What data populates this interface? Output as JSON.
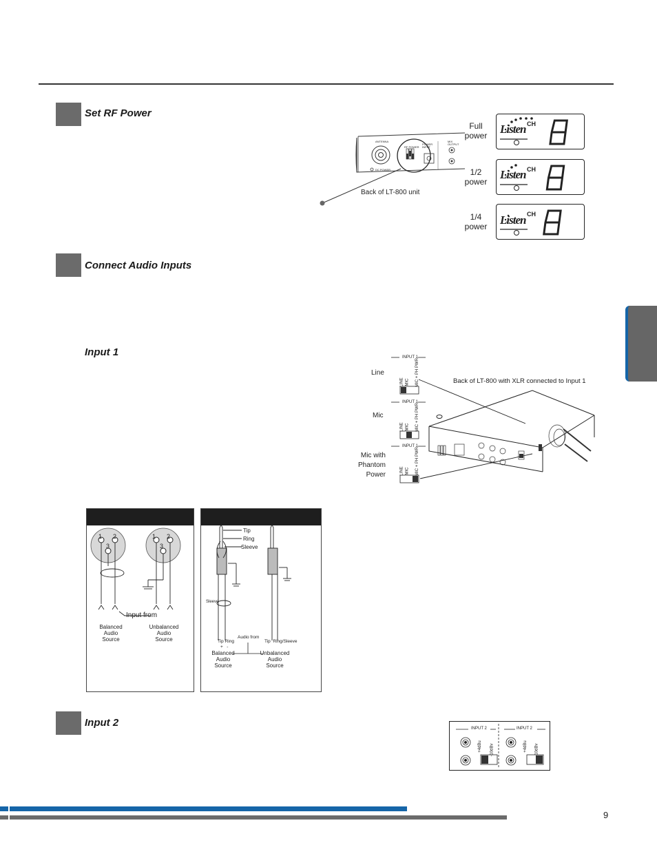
{
  "sections": {
    "rf_power": {
      "title": "Set RF Power"
    },
    "audio_inputs": {
      "title": "Connect Audio Inputs"
    },
    "input1": {
      "title": "Input 1"
    },
    "input2": {
      "title": "Input 2"
    }
  },
  "rf_diagram": {
    "caption": "Back of LT-800 unit",
    "panel_labels": {
      "antenna": "ANTENNA",
      "rf_power": "RF POWER",
      "power_input": "POWER INPUT",
      "mix_output": "MIX OUTPUT",
      "dc_power": "DC POWER"
    }
  },
  "power_levels": [
    {
      "line1": "Full",
      "line2": "power",
      "dots": 7
    },
    {
      "line1": "1/2",
      "line2": "power",
      "dots": 4
    },
    {
      "line1": "1/4",
      "line2": "power",
      "dots": 2
    }
  ],
  "lcd": {
    "logo": "Listen",
    "ch": "CH",
    "digit": "8"
  },
  "input1_diagram": {
    "caption": "Back of LT-800 with XLR connected to Input 1",
    "switch_header": "INPUT 1",
    "switch_positions": [
      "LINE",
      "MIC",
      "MIC + PH PWR"
    ],
    "modes": [
      {
        "label_lines": [
          "Line"
        ]
      },
      {
        "label_lines": [
          "Mic"
        ]
      },
      {
        "label_lines": [
          "Mic with",
          "Phantom",
          "Power"
        ]
      }
    ]
  },
  "xlr_panel": {
    "pins": [
      "1",
      "2",
      "3"
    ],
    "input_from": "Input from",
    "balanced": [
      "Balanced",
      "Audio",
      "Source"
    ],
    "unbalanced": [
      "Unbalanced",
      "Audio",
      "Source"
    ]
  },
  "jack_panel": {
    "tip": "Tip",
    "ring": "Ring",
    "sleeve": "Sleeve",
    "sleeve_small": "Sleeve",
    "tip_ring": "Tip Ring",
    "plus_minus": "+   -",
    "audio_from": "Audio from",
    "tip_ring_sleeve": "Tip  Ring/Sleeve",
    "balanced": [
      "Balanced",
      "Audio",
      "Source"
    ],
    "unbalanced": [
      "Unbalanced",
      "Audio",
      "Source"
    ]
  },
  "input2_diagram": {
    "header": "INPUT 2",
    "levels": [
      "+4dBu",
      "-10dBv"
    ]
  },
  "page_number": "9"
}
